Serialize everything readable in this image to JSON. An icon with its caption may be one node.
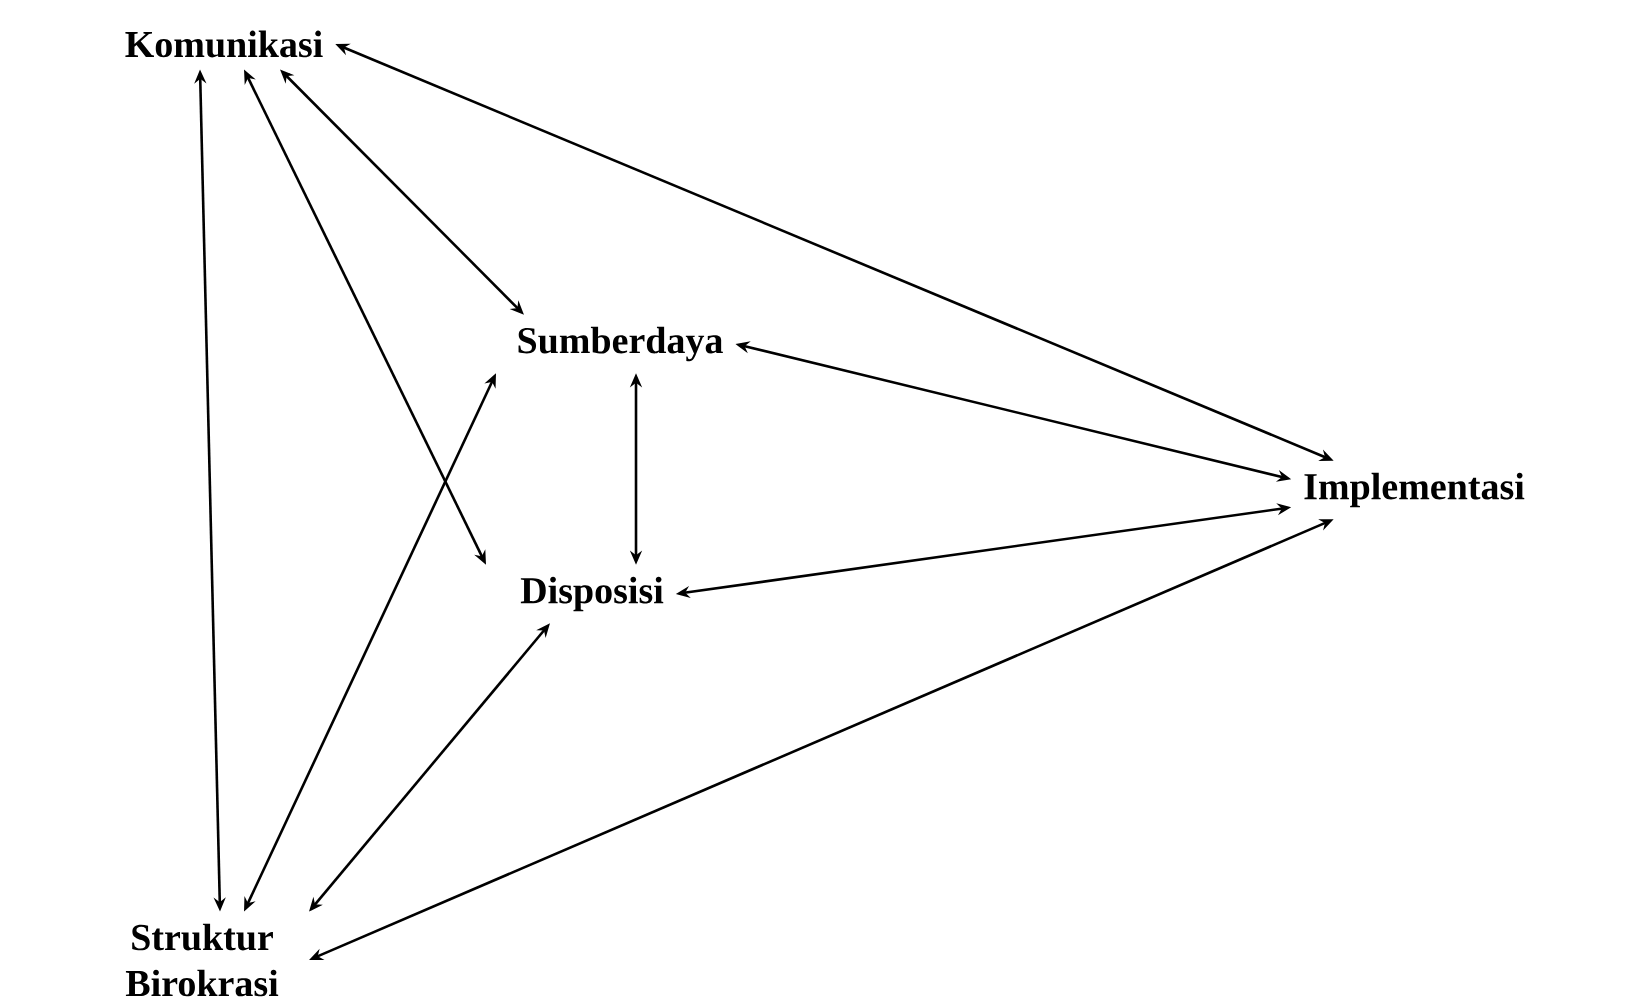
{
  "diagram": {
    "nodes": [
      {
        "text": [
          "Komunikasi"
        ]
      },
      {
        "text": [
          "Sumberdaya"
        ]
      },
      {
        "text": [
          "Disposisi"
        ]
      },
      {
        "text": [
          "Implementasi"
        ]
      },
      {
        "text": [
          "Struktur Birokrasi"
        ]
      }
    ],
    "edges": [
      {
        "from": 0,
        "to": 3,
        "arrow": "both"
      },
      {
        "from": 0,
        "to": 1,
        "arrow": "both"
      },
      {
        "from": 0,
        "to": 2,
        "arrow": "both"
      },
      {
        "from": 0,
        "to": 4,
        "arrow": "both"
      },
      {
        "from": 1,
        "to": 3,
        "arrow": "both"
      },
      {
        "from": 1,
        "to": 2,
        "arrow": "both"
      },
      {
        "from": 2,
        "to": 3,
        "arrow": "both"
      },
      {
        "from": 4,
        "to": 1,
        "arrow": "both"
      },
      {
        "from": 4,
        "to": 2,
        "arrow": "both"
      },
      {
        "from": 4,
        "to": 3,
        "arrow": "both"
      }
    ]
  }
}
